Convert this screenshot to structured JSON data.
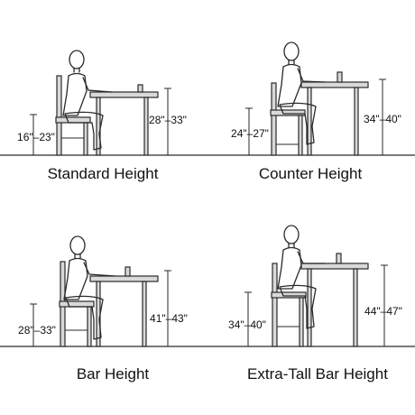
{
  "panels": [
    {
      "caption": "Standard Height",
      "seat_range": "16\"–23\"",
      "table_range": "28\"–33\""
    },
    {
      "caption": "Counter Height",
      "seat_range": "24\"–27\"",
      "table_range": "34\"–40\""
    },
    {
      "caption": "Bar Height",
      "seat_range": "28\"–33\"",
      "table_range": "41\"–43\""
    },
    {
      "caption": "Extra-Tall Bar Height",
      "seat_range": "34\"–40\"",
      "table_range": "44\"–47\""
    }
  ],
  "colors": {
    "ink": "#2a2a2a",
    "background": "#ffffff",
    "fill": "#d9d9d9"
  }
}
